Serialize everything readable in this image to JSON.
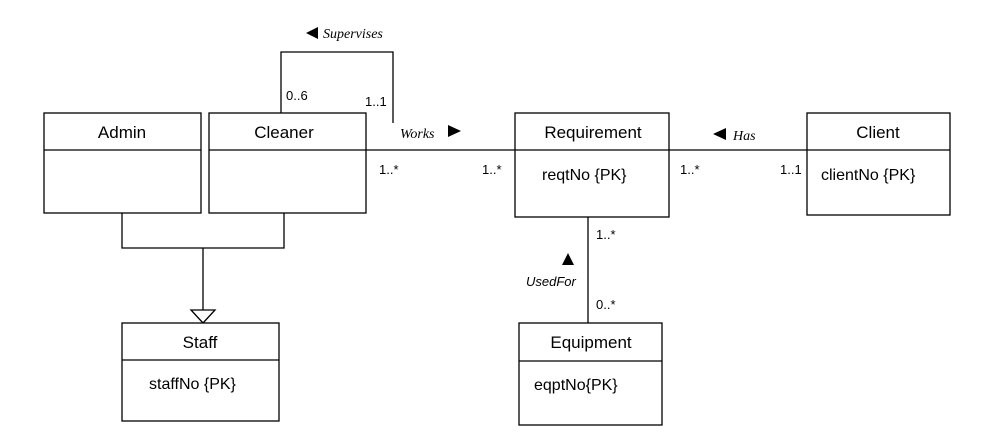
{
  "classes": {
    "admin": {
      "name": "Admin",
      "attr": ""
    },
    "cleaner": {
      "name": "Cleaner",
      "attr": ""
    },
    "requirement": {
      "name": "Requirement",
      "attr": "reqtNo {PK}"
    },
    "client": {
      "name": "Client",
      "attr": "clientNo {PK}"
    },
    "staff": {
      "name": "Staff",
      "attr": "staffNo {PK}"
    },
    "equipment": {
      "name": "Equipment",
      "attr": "eqptNo{PK}"
    }
  },
  "associations": {
    "supervises": {
      "label": "Supervises",
      "mult_a": "0..6",
      "mult_b": "1..1"
    },
    "works": {
      "label": "Works",
      "mult_a": "1..*",
      "mult_b": "1..*"
    },
    "has": {
      "label": "Has",
      "mult_a": "1..*",
      "mult_b": "1..1"
    },
    "usedfor": {
      "label": "UsedFor",
      "mult_a": "1..*",
      "mult_b": "0..*"
    }
  }
}
